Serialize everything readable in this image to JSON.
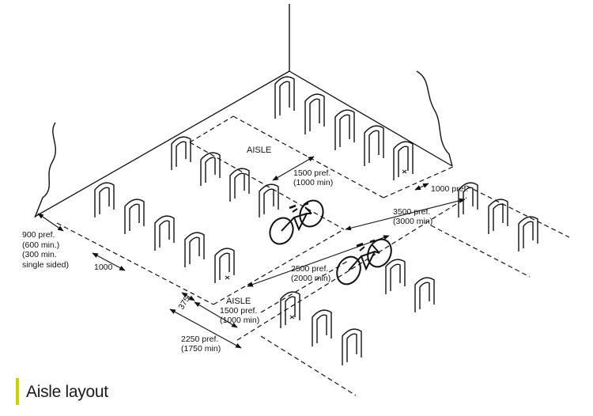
{
  "title": "Aisle layout",
  "colors": {
    "line": "#111111",
    "accent": "#c8d400"
  },
  "labels": {
    "aisle_top": "AISLE",
    "aisle_bottom": "AISLE",
    "dim_1500_top": [
      "1500 pref.",
      "(1000 min)"
    ],
    "dim_1000_pref": "1000 pref.",
    "dim_3500": [
      "3500 pref.",
      "(3000 min)"
    ],
    "dim_900": [
      "900 pref.",
      "(600 min.)",
      "(300 min.",
      "single sided)"
    ],
    "dim_1000": "1000",
    "dim_2500": [
      "2500 pref.",
      "(2000 min)"
    ],
    "dim_375": "375",
    "dim_1500_bottom": [
      "1500 pref.",
      "(1000 min)"
    ],
    "dim_2250": [
      "2250 pref.",
      "(1750 min)"
    ]
  }
}
